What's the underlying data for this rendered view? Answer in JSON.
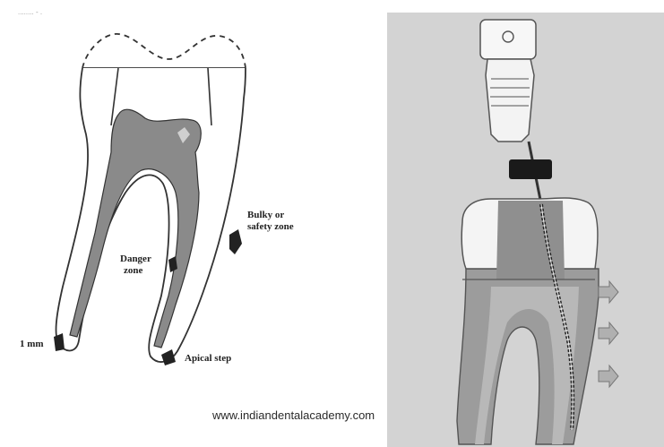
{
  "left_figure": {
    "corner_text": "........ - .",
    "labels": {
      "bulky_line1": "Bulky or",
      "bulky_line2": "safety zone",
      "danger_line1": "Danger",
      "danger_line2": "zone",
      "one_mm": "1 mm",
      "apical_step": "Apical step"
    }
  },
  "watermark": "www.indiandentalacademy.com",
  "colors": {
    "pulp_fill": "#8a8a8a",
    "right_panel_bg": "#cfcfcf",
    "marker": "#222222"
  }
}
